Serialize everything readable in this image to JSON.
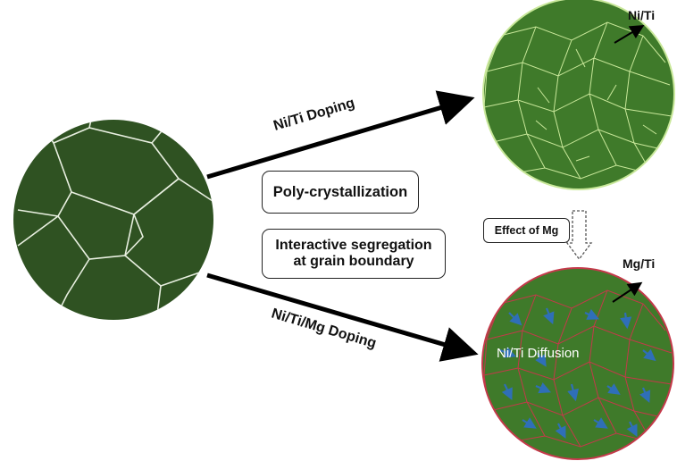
{
  "labels": {
    "ni_ti_doping": "Ni/Ti  Doping",
    "ni_ti_mg_doping": "Ni/Ti/Mg Doping",
    "ni_ti_marker": "Ni/Ti",
    "mg_ti_marker": "Mg/Ti",
    "poly_crystallization": "Poly-crystallization",
    "segregation_line1": "Interactive segregation",
    "segregation_line2": "at grain boundary",
    "effect_of_mg": "Effect of Mg",
    "diffusion": "Ni/Ti Diffusion"
  },
  "colors": {
    "grain_dark": "#2f5222",
    "grain_mid": "#3f7a2a",
    "boundary_light": "#c9e89a",
    "boundary_white": "#e8efe0",
    "boundary_red": "#c4394a",
    "diffusion_arrow": "#2f6fb8"
  }
}
